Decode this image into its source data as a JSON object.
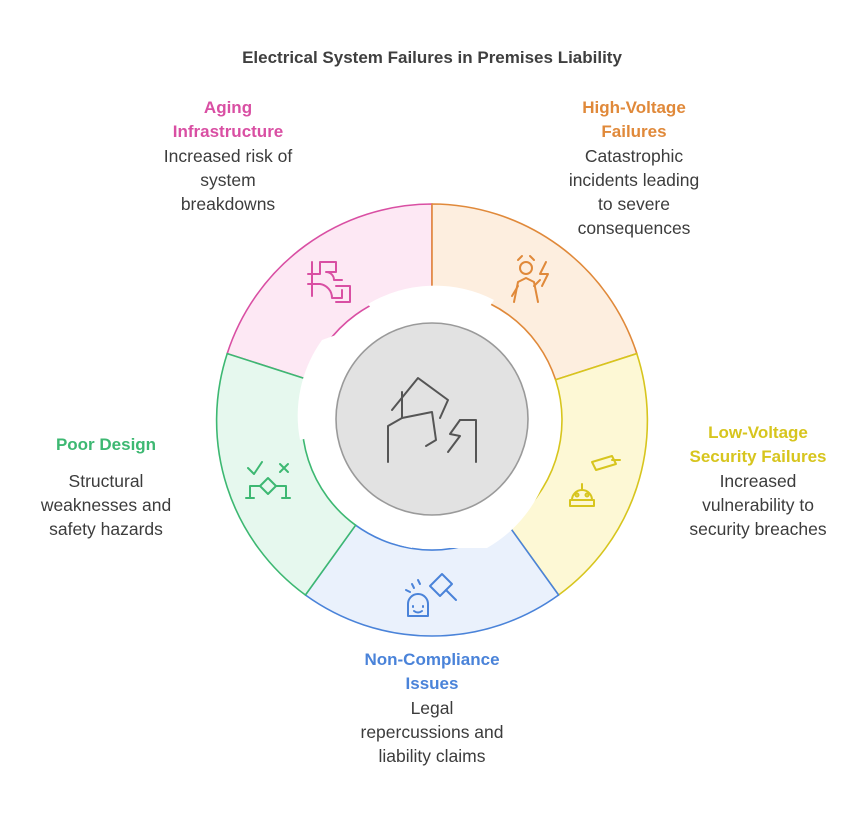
{
  "title": "Electrical System Failures in Premises Liability",
  "colors": {
    "aging": "#d94fa3",
    "high_voltage": "#e0893a",
    "low_voltage": "#d7c51e",
    "non_compliance": "#4a83d9",
    "poor_design": "#3db872",
    "center_fill": "#e2e2e2",
    "center_stroke": "#9a9a9a"
  },
  "segments": {
    "aging": {
      "head": [
        "Aging",
        "Infrastructure"
      ],
      "desc": [
        "Increased risk of",
        "system",
        "breakdowns"
      ],
      "icon": "pipe-icon"
    },
    "high_voltage": {
      "head": [
        "High-Voltage",
        "Failures"
      ],
      "desc": [
        "Catastrophic",
        "incidents leading",
        "to severe",
        "consequences"
      ],
      "icon": "electrocuted-person-icon"
    },
    "low_voltage": {
      "head": [
        "Low-Voltage",
        "Security Failures"
      ],
      "desc": [
        "Increased",
        "vulnerability to",
        "security breaches"
      ],
      "icon": "security-camera-robot-icon"
    },
    "non_compliance": {
      "head": [
        "Non-Compliance",
        "Issues"
      ],
      "desc": [
        "Legal",
        "repercussions and",
        "liability claims"
      ],
      "icon": "gavel-tombstone-icon"
    },
    "poor_design": {
      "head": [
        "Poor Design"
      ],
      "desc": [
        "Structural",
        "weaknesses and",
        "safety hazards"
      ],
      "icon": "flow-decision-icon"
    }
  },
  "center": {
    "icon": "broken-house-lightning-icon"
  }
}
